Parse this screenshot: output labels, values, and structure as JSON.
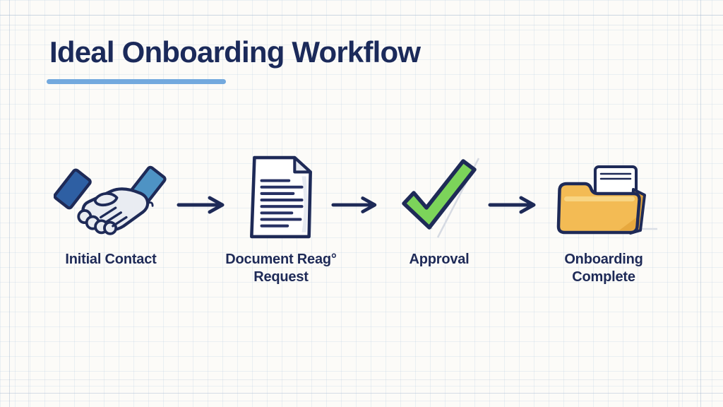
{
  "title": "Ideal Onboarding Workflow",
  "steps": [
    {
      "label": "Initial Contact",
      "icon": "handshake-icon"
    },
    {
      "label": "Document Reag° Request",
      "icon": "document-icon"
    },
    {
      "label": "Approval",
      "icon": "checkmark-icon"
    },
    {
      "label": "Onboarding Complete",
      "icon": "folder-icon"
    }
  ],
  "colors": {
    "background": "#fcfbf8",
    "title_navy": "#1b2a5a",
    "outline_navy": "#1e2a57",
    "underline_blue": "#73a9de",
    "sleeve_dark_blue": "#2e5fa3",
    "sleeve_light_blue": "#4e93c4",
    "hand_gray": "#e9ecf2",
    "check_green": "#7cd45a",
    "folder_yellow": "#f3bb54",
    "folder_highlight": "#f8d583",
    "paper_white": "#ffffff"
  }
}
